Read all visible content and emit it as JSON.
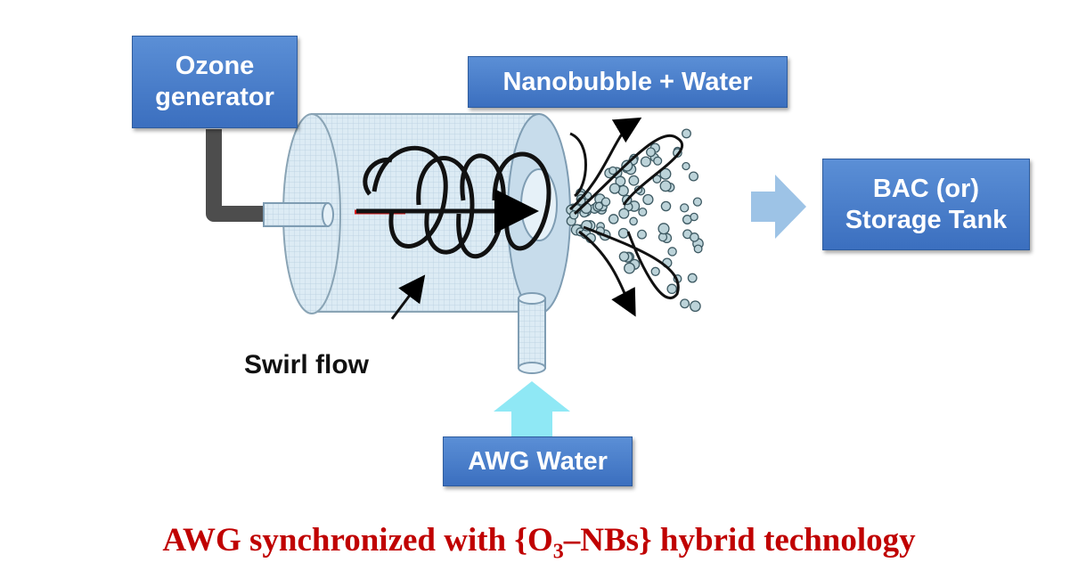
{
  "labels": {
    "ozone_line1": "Ozone",
    "ozone_line2": "generator",
    "nanobubble": "Nanobubble + Water",
    "bac_line1": "BAC (or)",
    "bac_line2": "Storage Tank",
    "awg_water": "AWG Water",
    "swirl_flow": "Swirl flow"
  },
  "caption": {
    "prefix": "AWG synchronized with {O",
    "subscript": "3",
    "suffix": "–NBs} hybrid technology"
  },
  "colors": {
    "box_fill": "#4a80cc",
    "caption": "#c00000",
    "big_arrow": "#9dc3e6",
    "inlet_arrow": "#8fe8f5",
    "ozone_line": "#d61a1a",
    "pipe": "#4d4d4d"
  }
}
